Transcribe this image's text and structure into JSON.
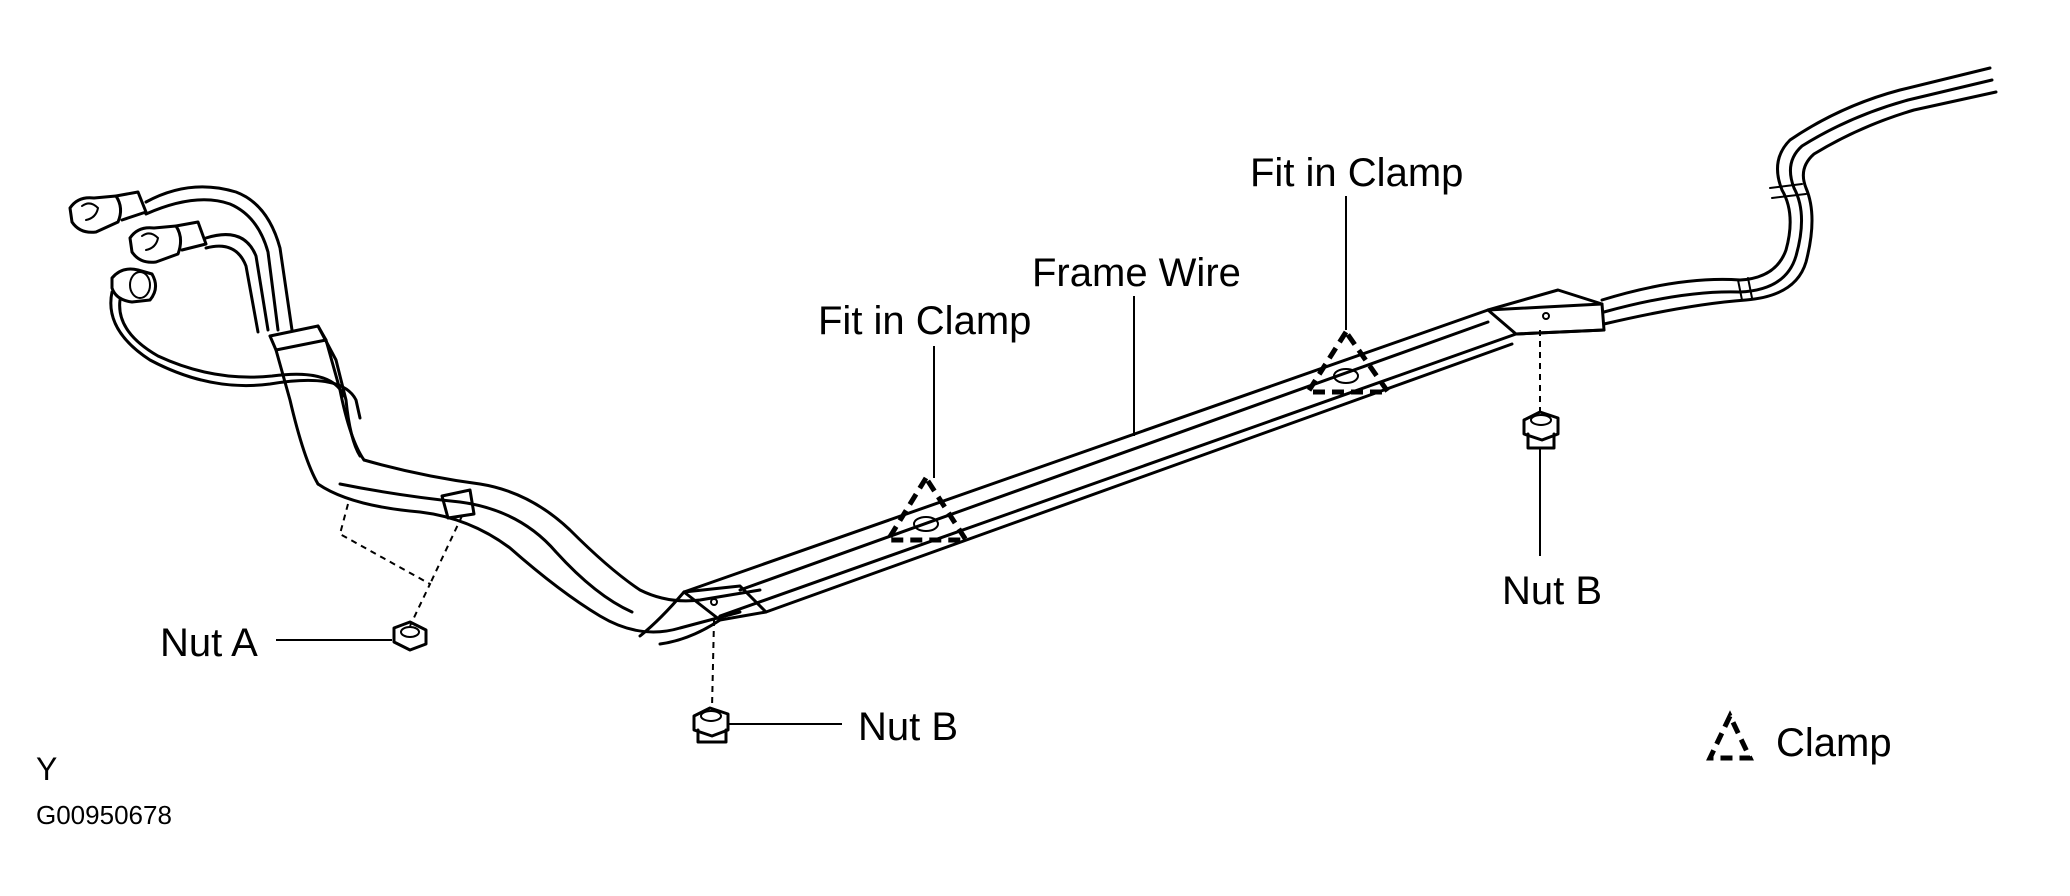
{
  "labels": {
    "frame_wire": "Frame Wire",
    "fit_in_clamp_left": "Fit in Clamp",
    "fit_in_clamp_right": "Fit in Clamp",
    "nut_a": "Nut A",
    "nut_b_bottom": "Nut B",
    "nut_b_right": "Nut B",
    "legend_clamp": "Clamp"
  },
  "footer": {
    "code_letter": "Y",
    "figure_id": "G00950678"
  },
  "icons": {
    "clamp_symbol": "dashed-triangle-icon"
  }
}
